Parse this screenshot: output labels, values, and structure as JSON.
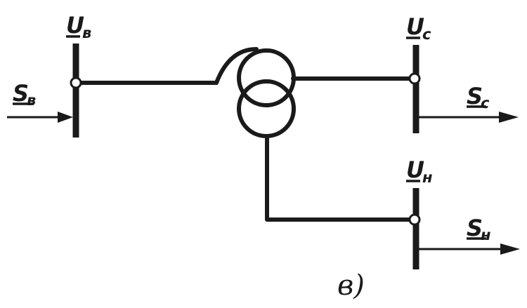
{
  "labels": {
    "u_high_main": "U",
    "u_high_sub": "в",
    "u_mid_main": "U",
    "u_mid_sub": "с",
    "u_low_main": "U",
    "u_low_sub": "н",
    "s_high_main": "S",
    "s_high_sub": "в",
    "s_mid_main": "S",
    "s_mid_sub": "с",
    "s_low_main": "S",
    "s_low_sub": "н"
  },
  "caption": "в)"
}
